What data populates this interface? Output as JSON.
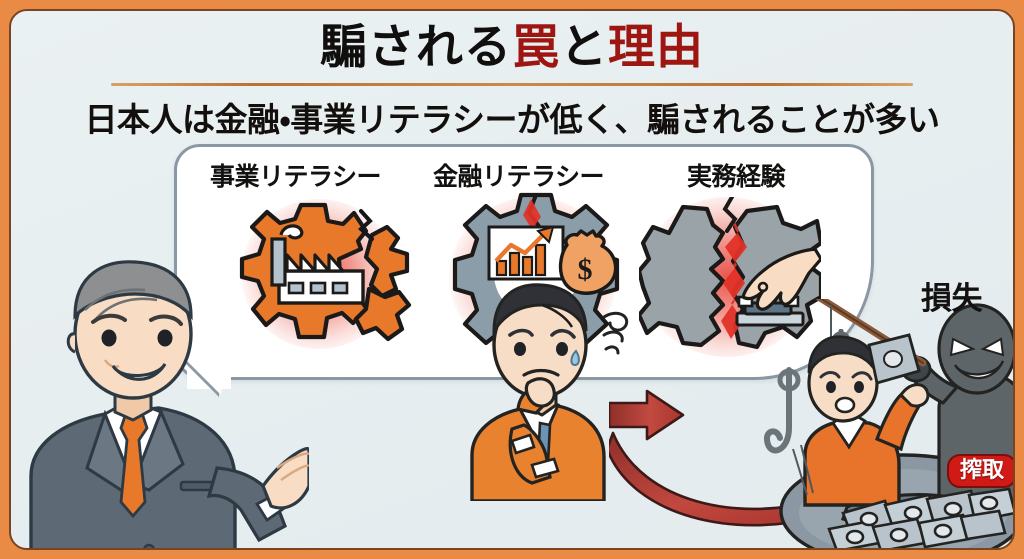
{
  "frame": {
    "outer_color": "#e98b45",
    "inner_border_color": "#7a4420",
    "background_color": "#e7eef0"
  },
  "header": {
    "title_parts": [
      {
        "text": "騙される",
        "color": "#100f0d",
        "emphasis": false
      },
      {
        "text": "罠",
        "color": "#9d1611",
        "emphasis": true
      },
      {
        "text": "と",
        "color": "#100f0d",
        "emphasis": false
      },
      {
        "text": "理由",
        "color": "#9d1611",
        "emphasis": true
      }
    ],
    "title_plain": "騙される罠と理由",
    "subtitle": "日本人は金融・事業リテラシーが低く、騙されることが多い",
    "divider_color": "#b87333"
  },
  "speech_bubble": {
    "fill": "#ffffff",
    "stroke": "#8a98a4",
    "items": [
      {
        "label": "事業リテラシー",
        "icon_name": "broken-gear-factory-icon",
        "gear_color": "#e8792b",
        "glow_color": "#e22c21",
        "inner_symbol": "factory"
      },
      {
        "label": "金融リテラシー",
        "icon_name": "cracked-gear-chart-money-icon",
        "gear_color": "#8c9daa",
        "glow_color": "#e22c21",
        "inner_symbol": "bar-chart-and-money-bag"
      },
      {
        "label": "実務経験",
        "icon_name": "split-gears-hand-tool-icon",
        "gear_color": "#9aa3a8",
        "glow_color": "#e22c21",
        "inner_symbol": "hand-with-tool"
      }
    ]
  },
  "characters": {
    "presenter": {
      "name": "businessman-presenter",
      "suit_color": "#5d6a75",
      "tie_color": "#e8792b",
      "hair_color": "#8d8f90",
      "skin_color": "#f7dcc4",
      "expression": "smiling"
    },
    "worried_person": {
      "name": "worried-young-man",
      "jacket_color": "#e8822f",
      "tie_color": "#6b93b3",
      "hair_color": "#2f3137",
      "skin_color": "#f8ddc6",
      "expression": "worried-with-sweat-drop"
    },
    "victim": {
      "name": "scam-victim",
      "sweater_color": "#e8732a",
      "pants_color": "#6d7c88",
      "hair_color": "#2f3137"
    },
    "villain": {
      "name": "scammer-silhouette",
      "body_color": "#5e6568",
      "eye_color": "#ffffff",
      "holds": "fishing-rod"
    }
  },
  "right_scene": {
    "loss_label": "損失",
    "badge_label": "搾取",
    "badge_fill": "#cf1a16",
    "badge_border": "#7a0f0c",
    "badge_text_color": "#ffffff",
    "pit_color": "#8b98a3",
    "money_color": "#b9c3cb",
    "hook_icon_name": "fishing-hook-icon",
    "rod_color": "#8a5a3c"
  },
  "arrows": [
    {
      "name": "straight-arrow-right",
      "color": "#b33b33",
      "direction": "right"
    },
    {
      "name": "curved-arrow-down-right",
      "color": "#b33b33",
      "direction": "down-right"
    }
  ]
}
